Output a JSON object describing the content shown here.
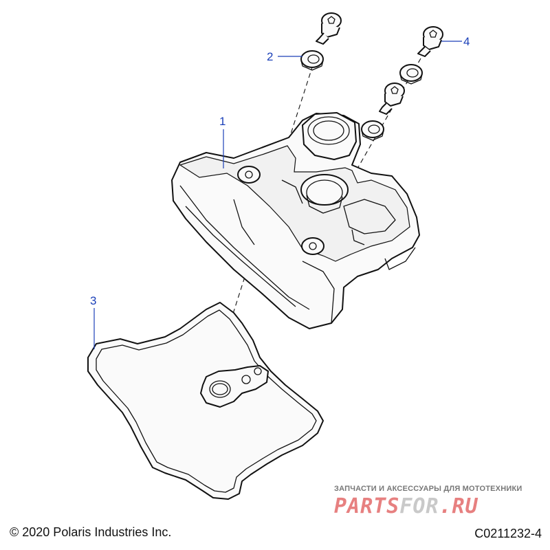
{
  "diagram": {
    "callouts": [
      {
        "id": "1",
        "label": "1"
      },
      {
        "id": "2",
        "label": "2"
      },
      {
        "id": "3",
        "label": "3"
      },
      {
        "id": "4",
        "label": "4"
      }
    ],
    "parts": {
      "valve_cover": "1",
      "washer_seal": "2",
      "gasket": "3",
      "bolt": "4"
    },
    "colors": {
      "callout": "#1a3fb8",
      "line": "#111111",
      "watermark_red": "#e36a6a"
    }
  },
  "footer": {
    "copyright": "© 2020 Polaris Industries Inc.",
    "drawing_code": "C0211232-4"
  },
  "watermark": {
    "caption": "ЗАПЧАСТИ И АКСЕССУАРЫ ДЛЯ МОТОТЕХНИКИ",
    "logo_part1": "PARTS",
    "logo_part2": "FOR",
    "logo_part3": ".RU"
  }
}
